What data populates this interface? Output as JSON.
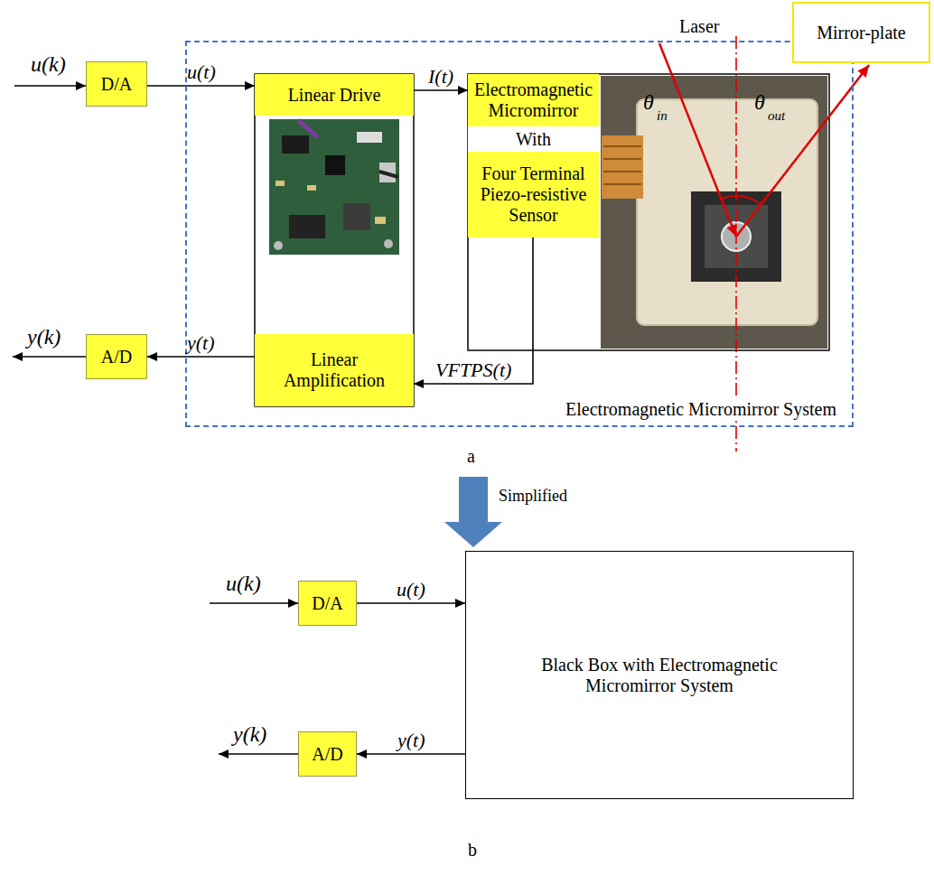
{
  "diagram": {
    "nodes": [
      {
        "text": [
          "D/A"
        ]
      },
      {
        "text": [
          "Electromagnetic Micromirror System"
        ]
      },
      {
        "text": [
          "Linear Drive"
        ],
        "in": 1
      },
      {
        "text": [
          "Electromagnetic Micromirror"
        ],
        "in": 1
      },
      {
        "text": [
          "With"
        ],
        "in": 1
      },
      {
        "text": [
          "Four Terminal Piezo-resistive Sensor"
        ],
        "in": 1
      },
      {
        "text": [
          "Mirror-plate"
        ]
      },
      {
        "text": [
          "Linear Amplification"
        ],
        "in": 1
      },
      {
        "text": [
          "A/D"
        ]
      },
      {
        "text": [
          "D/A"
        ]
      },
      {
        "text": [
          "Black Box with Electromagnetic Micromirror System"
        ]
      },
      {
        "text": [
          "A/D"
        ]
      }
    ],
    "edges": [
      {
        "from": 0,
        "to": 2,
        "arrow": "to",
        "label": "u(t)"
      },
      {
        "from": 2,
        "to": 3,
        "arrow": "to",
        "label": "I(t)"
      },
      {
        "from": 5,
        "to": 7,
        "arrow": "to",
        "label": "VFTPS(t)"
      },
      {
        "from": 7,
        "to": 8,
        "arrow": "to",
        "label": "y(t)"
      },
      {
        "from": 9,
        "to": 10,
        "arrow": "to",
        "label": "u(t)"
      },
      {
        "from": 10,
        "to": 11,
        "arrow": "to",
        "label": "y(t)"
      }
    ],
    "labels": [
      "u(k)",
      "Laser",
      "θ",
      "in",
      "θ",
      "out",
      "y(k)",
      "a",
      "Simplified",
      "u(k)",
      "y(k)",
      "b"
    ]
  }
}
